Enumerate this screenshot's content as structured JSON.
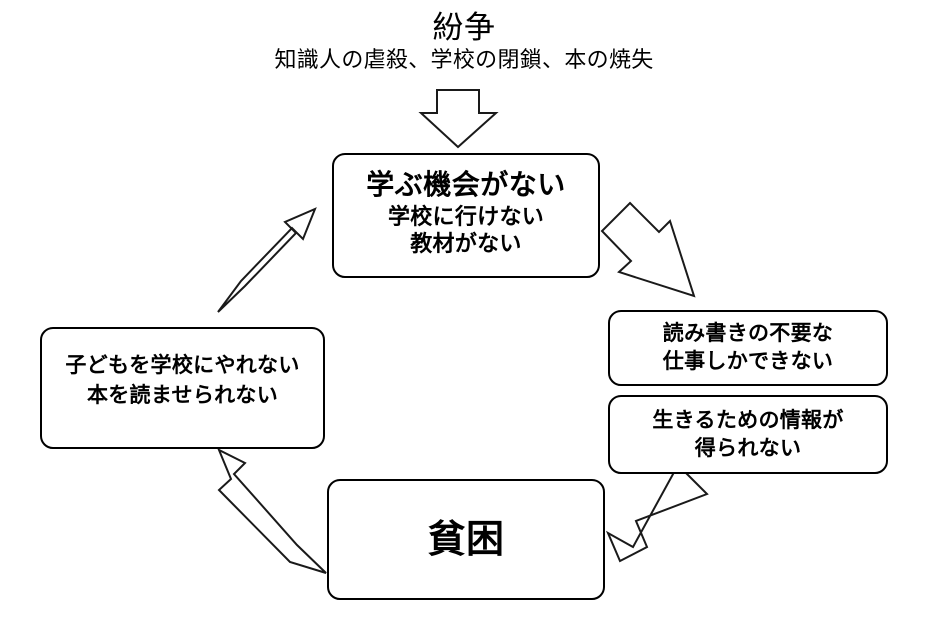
{
  "diagram": {
    "title": "紛争",
    "subtitle": "知識人の虐殺、学校の閉鎖、本の焼失",
    "colors": {
      "background": "#ffffff",
      "stroke": "#000000",
      "arrow_fill": "#ffffff",
      "arrow_stroke": "#1a1a1a"
    },
    "nodes": [
      {
        "id": "learning",
        "heading": "学ぶ機会がない",
        "lines": [
          "学校に行けない",
          "教材がない"
        ]
      },
      {
        "id": "work",
        "heading": "",
        "lines": [
          "読み書きの不要な",
          "仕事しかできない"
        ]
      },
      {
        "id": "info",
        "heading": "",
        "lines": [
          "生きるための情報が",
          "得られない"
        ]
      },
      {
        "id": "poverty",
        "heading": "貧困",
        "lines": []
      },
      {
        "id": "children",
        "heading": "",
        "lines": [
          "子どもを学校にやれない",
          "本を読ませられない"
        ]
      }
    ],
    "arrows": [
      {
        "id": "conflict-to-learning",
        "direction": "down",
        "label": ""
      },
      {
        "id": "learning-to-work",
        "direction": "down-right",
        "label": ""
      },
      {
        "id": "info-to-poverty",
        "direction": "down-left",
        "label": ""
      },
      {
        "id": "poverty-to-children",
        "direction": "up-left",
        "label": ""
      },
      {
        "id": "children-to-learning",
        "direction": "up-right",
        "label": ""
      }
    ]
  }
}
